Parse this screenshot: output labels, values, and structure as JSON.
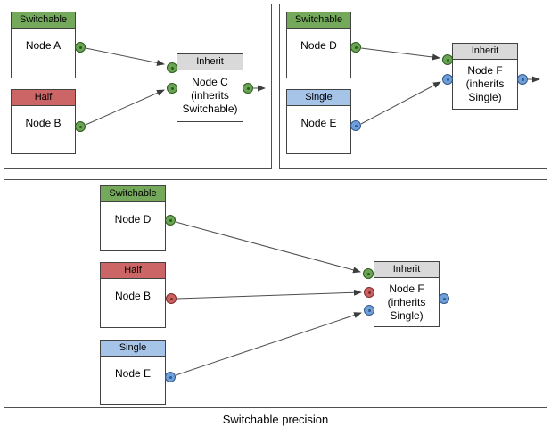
{
  "caption": "Switchable precision",
  "colors": {
    "switchable_green": "#74a85a",
    "half_red": "#cc6666",
    "single_blue": "#a6c4e8",
    "inherit_gray": "#d9d9d9",
    "port_green": "#6aa455",
    "port_red": "#c96261",
    "port_blue": "#6f9fd8"
  },
  "panels": {
    "top_left": {
      "nodes": {
        "a": {
          "type": "Switchable",
          "name": "Node A"
        },
        "b": {
          "type": "Half",
          "name": "Node B"
        },
        "c": {
          "type": "Inherit",
          "name": "Node C\n(inherits\nSwitchable)"
        }
      }
    },
    "top_right": {
      "nodes": {
        "d": {
          "type": "Switchable",
          "name": "Node D"
        },
        "e": {
          "type": "Single",
          "name": "Node E"
        },
        "f": {
          "type": "Inherit",
          "name": "Node F\n(inherits\nSingle)"
        }
      }
    },
    "bottom": {
      "nodes": {
        "d": {
          "type": "Switchable",
          "name": "Node D"
        },
        "b": {
          "type": "Half",
          "name": "Node B"
        },
        "e": {
          "type": "Single",
          "name": "Node E"
        },
        "f": {
          "type": "Inherit",
          "name": "Node F\n(inherits\nSingle)"
        }
      }
    }
  }
}
